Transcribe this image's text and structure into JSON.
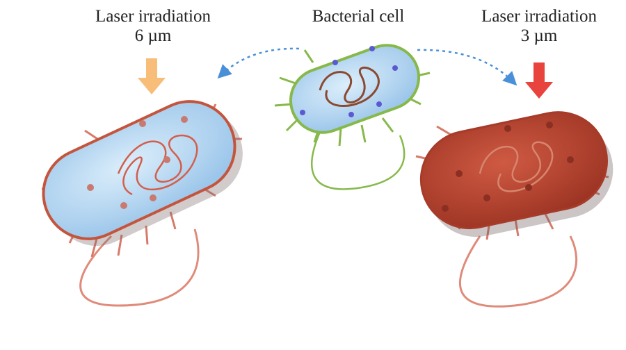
{
  "left": {
    "title": "Laser irradiation",
    "wavelength": "6 µm",
    "arrow_color": "#f7bd79",
    "membrane_color": "#c4553d"
  },
  "center": {
    "title": "Bacterial cell",
    "membrane_color": "#86b94a"
  },
  "right": {
    "title": "Laser irradiation",
    "wavelength": "3 µm",
    "arrow_color": "#e8433d",
    "body_color": "#b8432f"
  },
  "connector_color": "#4a90d9"
}
